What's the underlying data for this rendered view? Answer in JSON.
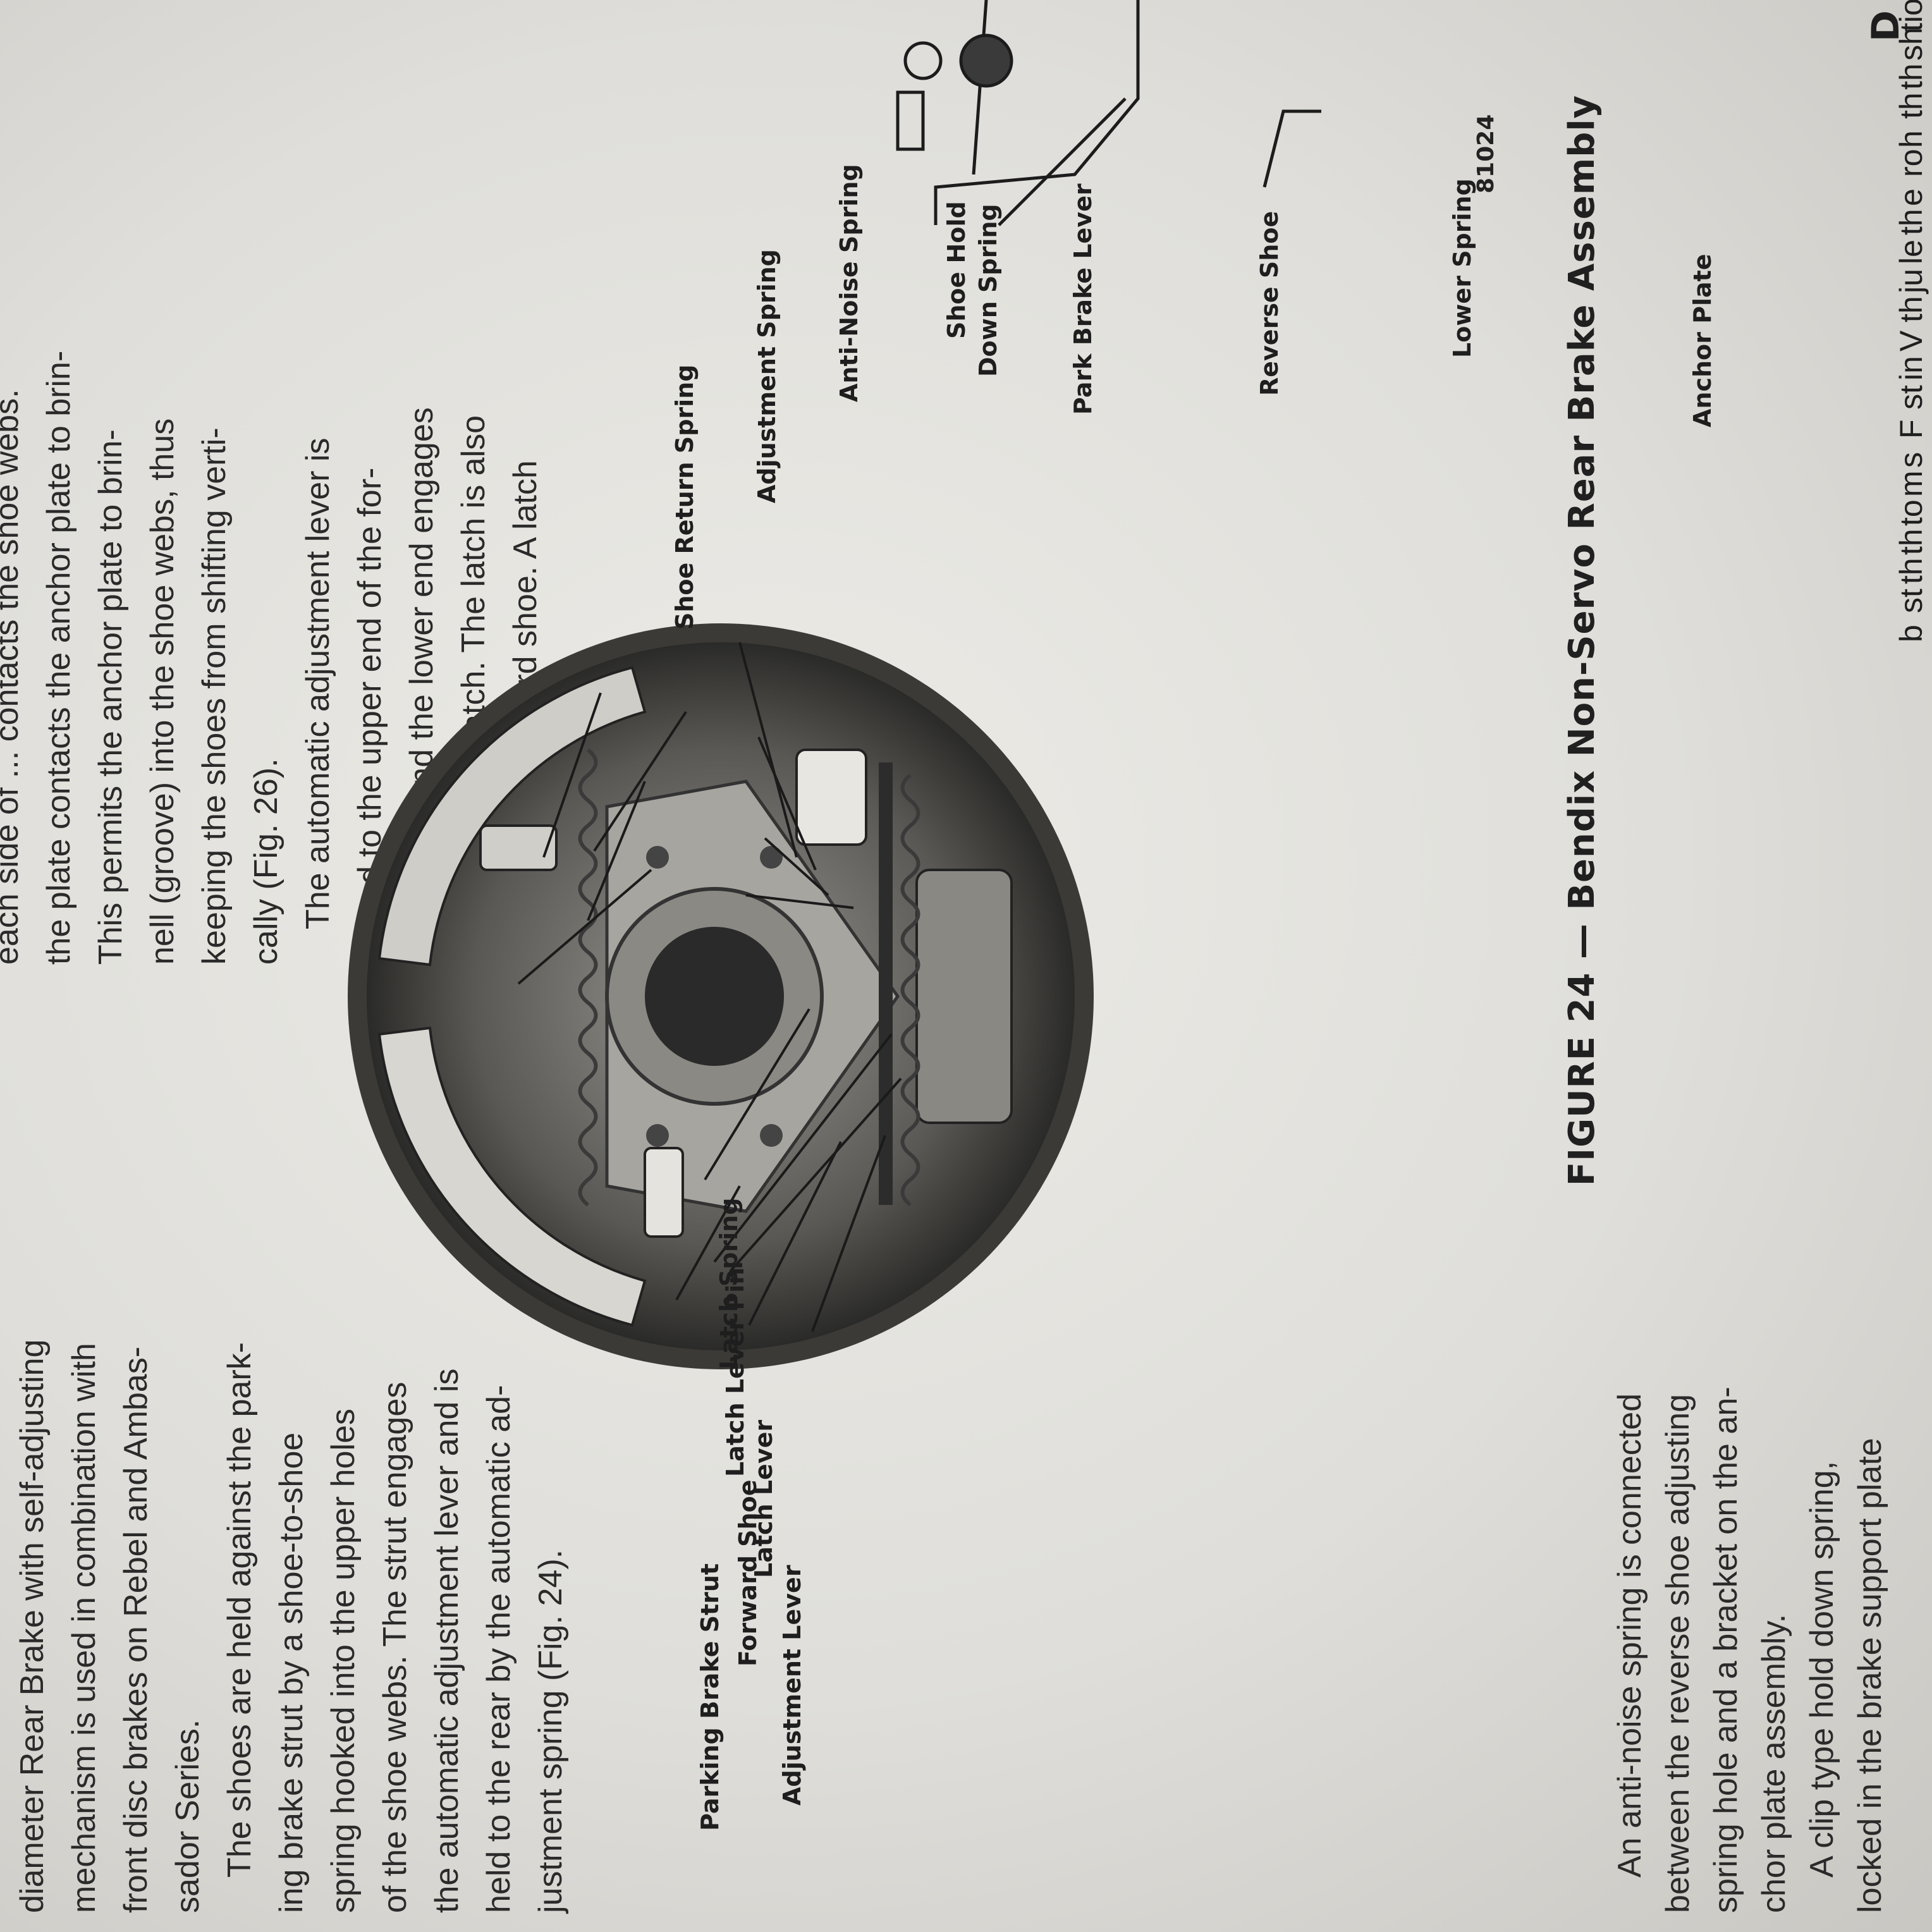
{
  "left_column": {
    "lines_p1": [
      "diameter Rear Brake with self-adjusting",
      "mechanism is used in combination with",
      "front disc brakes on Rebel and Ambas-",
      "sador Series."
    ],
    "lines_p2": [
      "The shoes are held against the park-",
      "ing brake strut by a shoe-to-shoe",
      "spring hooked into the upper holes",
      "of the shoe webs. The strut engages",
      "the automatic adjustment lever and is",
      "held to the rear by the automatic ad-",
      "justment spring (Fig. 24)."
    ]
  },
  "right_column": {
    "lines_p1": [
      "each side of ... contacts the shoe webs.",
      "the plate contacts the anchor plate to brin-",
      "This permits the anchor plate to brin-",
      "nell (groove) into the shoe webs, thus",
      "keeping the shoes from shifting verti-",
      "cally (Fig. 26)."
    ],
    "lines_p2": [
      "The automatic adjustment lever is",
      "pinned to the upper end of the for-",
      "ward shoe and the lower end engages",
      "the adjustment latch. The latch is also",
      "pinned to the forward shoe. A latch"
    ]
  },
  "figure": {
    "caption": "FIGURE 24 — Bendix Non-Servo Rear Brake Assembly",
    "number": "81024",
    "callouts": {
      "parking_brake_strut": "Parking Brake Strut",
      "adjustment_lever": "Adjustment Lever",
      "forward_shoe": "Forward Shoe",
      "latch_lever": "Latch Lever",
      "latch_lever_pin": "Latch Lever Pin",
      "latch_spring": "Latch Spring",
      "shoe_return_spring": "Shoe Return Spring",
      "adjustment_spring": "Adjustment Spring",
      "anti_noise_spring": "Anti-Noise Spring",
      "shoe_hold_down_spring_1": "Shoe Hold",
      "shoe_hold_down_spring_2": "Down Spring",
      "park_brake_lever": "Park Brake Lever",
      "reverse_shoe": "Reverse Shoe",
      "lower_spring": "Lower Spring"
    }
  },
  "bottom_text": {
    "lines_p1": [
      "An anti-noise spring is connected",
      "between the reverse shoe adjusting",
      "spring hole and a bracket on the an-",
      "chor plate assembly."
    ],
    "lines_p2": [
      "A clip type hold down spring,",
      "locked in the brake support plate"
    ]
  },
  "second_figure": {
    "label": "Anchor Plate"
  },
  "edge_fragments": {
    "top_right": [
      "b",
      "st",
      "th",
      "th",
      "to",
      "m",
      "s",
      "F",
      "st",
      "in",
      "V",
      "th",
      "ju",
      "le",
      "th",
      "e",
      "ro",
      "h",
      "th",
      "th",
      "sh",
      "tio"
    ],
    "corner_letter": "D"
  }
}
